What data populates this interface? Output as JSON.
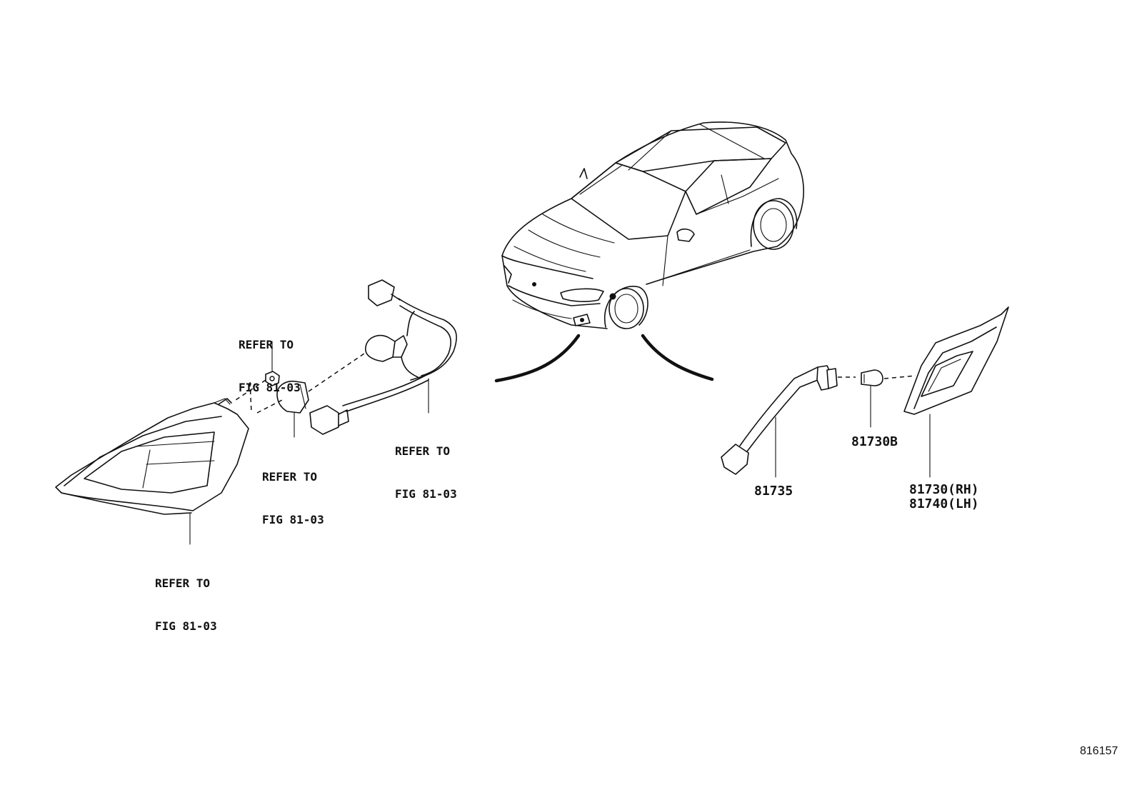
{
  "labels": {
    "refer_washer": [
      "REFER TO",
      "FIG 81-03"
    ],
    "refer_bulb": [
      "REFER TO",
      "FIG 81-03"
    ],
    "refer_socket": [
      "REFER TO",
      "FIG 81-03"
    ],
    "refer_lamp": [
      "REFER TO",
      "FIG 81-03"
    ]
  },
  "parts": {
    "cord": "81735",
    "bulb": "81730B",
    "side_marker_rh": "81730(RH)",
    "side_marker_lh": "81740(LH)"
  },
  "figure_id": "816157"
}
